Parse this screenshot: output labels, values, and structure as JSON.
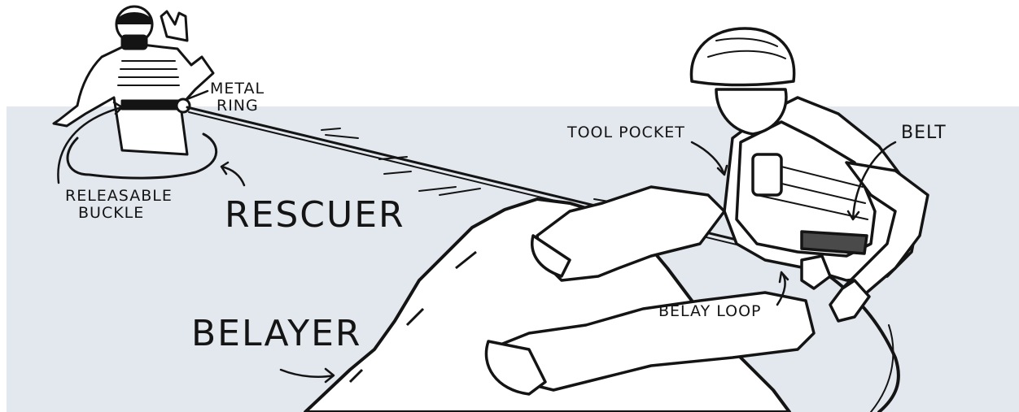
{
  "colors": {
    "water": "#e3e8ef",
    "ink": "#141414",
    "paper": "#ffffff"
  },
  "labels": {
    "metal_ring": "METAL RING",
    "metal_ring_line1": "METAL",
    "metal_ring_line2": "RING",
    "releasable_buckle_line1": "RELEASABLE",
    "releasable_buckle_line2": "BUCKLE",
    "rescuer": "RESCUER",
    "belayer": "BELAYER",
    "tool_pocket": "TOOL POCKET",
    "belt": "BELT",
    "belay_loop": "BELAY LOOP"
  }
}
